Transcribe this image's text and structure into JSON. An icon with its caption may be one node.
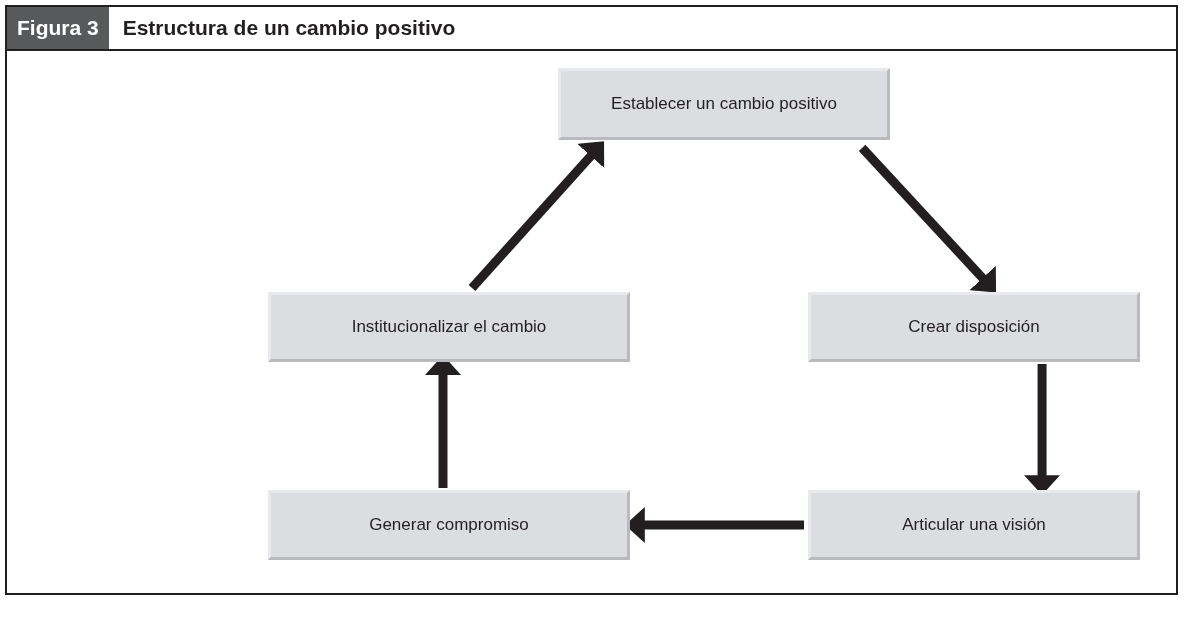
{
  "diagram": {
    "title": "Estructura de un cambio positivo",
    "nodes": [
      {
        "text": [
          "Establecer un cambio positivo"
        ]
      },
      {
        "text": [
          "Institucionalizar el cambio"
        ]
      },
      {
        "text": [
          "Crear disposición"
        ]
      },
      {
        "text": [
          "Generar compromiso"
        ]
      },
      {
        "text": [
          "Articular una visión"
        ]
      }
    ],
    "edges": [
      {
        "from": 0,
        "to": 2,
        "arrow": "to"
      },
      {
        "from": 2,
        "to": 4,
        "arrow": "to"
      },
      {
        "from": 4,
        "to": 3,
        "arrow": "to"
      },
      {
        "from": 3,
        "to": 1,
        "arrow": "to"
      },
      {
        "from": 1,
        "to": 0,
        "arrow": "to"
      }
    ],
    "labels": [
      "Figura 3"
    ]
  }
}
